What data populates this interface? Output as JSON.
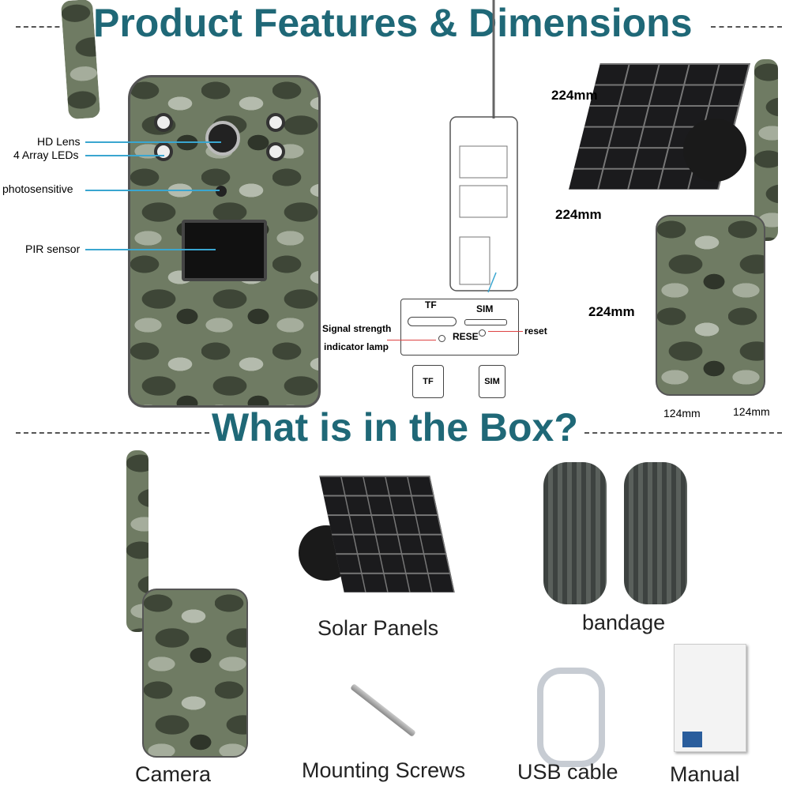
{
  "headings": {
    "features": "Product Features & Dimensions",
    "box": "What is in the Box?"
  },
  "camera_labels": {
    "lens": "HD Lens",
    "leds": "4 Array LEDs",
    "photo": "photosensitive",
    "pir": "PIR sensor"
  },
  "slot_diagram": {
    "tf": "TF",
    "sim": "SIM",
    "signal1": "Signal strength",
    "signal2": "indicator lamp",
    "rese": "RESE",
    "reset": "reset",
    "tf_card": "TF",
    "sim_card": "SIM"
  },
  "dimensions": {
    "panel_w": "224mm",
    "panel_h": "224mm",
    "cam_h": "224mm",
    "cam_w": "124mm",
    "cam_d": "124mm"
  },
  "box_items": [
    "Camera",
    "Solar Panels",
    "bandage",
    "Mounting Screws",
    "USB cable",
    "Manual"
  ],
  "colors": {
    "heading": "#1f6877",
    "callout": "#3aa6d0"
  }
}
